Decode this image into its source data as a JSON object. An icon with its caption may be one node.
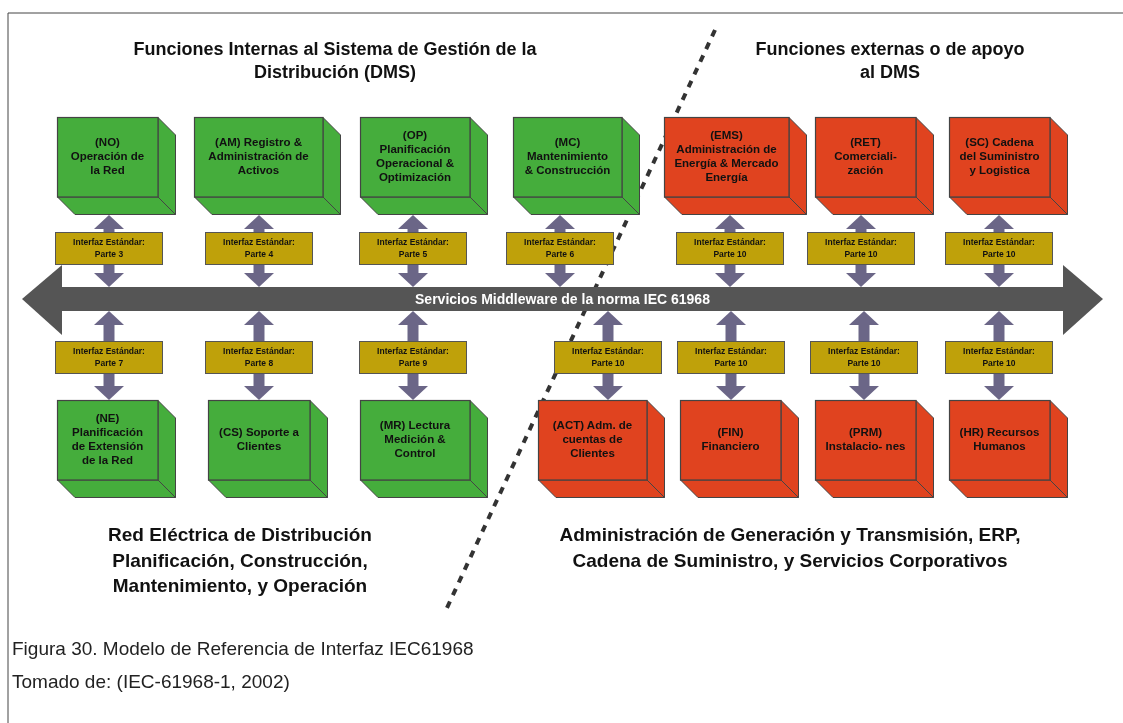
{
  "diagram": {
    "caption": "Figura 30. Modelo de Referencia de Interfaz IEC61968",
    "nodes": [
      {
        "text": [
          "(NO) Operación de la Red"
        ]
      },
      {
        "text": [
          "(AM) Registro & Administración de Activos"
        ]
      },
      {
        "text": [
          "(OP) Planificación Operacional & Optimización"
        ]
      },
      {
        "text": [
          "(MC) Mantenimiento & Construcción"
        ]
      },
      {
        "text": [
          "(EMS) Administración de Energía & Mercado Energía"
        ]
      },
      {
        "text": [
          "(RET) Comerciali- zación"
        ]
      },
      {
        "text": [
          "(SC) Cadena del Suministro y Logistica"
        ]
      },
      {
        "text": [
          "Interfaz Estándar: Parte 3"
        ]
      },
      {
        "text": [
          "Interfaz Estándar: Parte 4"
        ]
      },
      {
        "text": [
          "Interfaz Estándar: Parte 5"
        ]
      },
      {
        "text": [
          "Interfaz Estándar: Parte 6"
        ]
      },
      {
        "text": [
          "Interfaz Estándar: Parte 10"
        ]
      },
      {
        "text": [
          "Interfaz Estándar: Parte 10"
        ]
      },
      {
        "text": [
          "Interfaz Estándar: Parte 10"
        ]
      },
      {
        "text": [
          "Servicios Middleware de la norma IEC 61968"
        ]
      },
      {
        "text": [
          "Interfaz Estándar: Parte 7"
        ]
      },
      {
        "text": [
          "Interfaz Estándar: Parte 8"
        ]
      },
      {
        "text": [
          "Interfaz Estándar: Parte 9"
        ]
      },
      {
        "text": [
          "Interfaz Estándar: Parte 10"
        ]
      },
      {
        "text": [
          "Interfaz Estándar: Parte 10"
        ]
      },
      {
        "text": [
          "Interfaz Estándar: Parte 10"
        ]
      },
      {
        "text": [
          "Interfaz Estándar: Parte 10"
        ]
      },
      {
        "text": [
          "(NE) Planificación de Extensión de la Red"
        ]
      },
      {
        "text": [
          "(CS) Soporte a Clientes"
        ]
      },
      {
        "text": [
          "(MR) Lectura Medición & Control"
        ]
      },
      {
        "text": [
          "(ACT) Adm. de cuentas de Clientes"
        ]
      },
      {
        "text": [
          "(FIN) Financiero"
        ]
      },
      {
        "text": [
          "(PRM) Instalacio- nes"
        ]
      },
      {
        "text": [
          "(HR) Recursos Humanos"
        ]
      }
    ],
    "edges": [
      {
        "from": 7,
        "to": 0,
        "arrow": "to"
      },
      {
        "from": 7,
        "to": 14,
        "arrow": "to"
      },
      {
        "from": 8,
        "to": 1,
        "arrow": "to"
      },
      {
        "from": 8,
        "to": 14,
        "arrow": "to"
      },
      {
        "from": 9,
        "to": 2,
        "arrow": "to"
      },
      {
        "from": 9,
        "to": 14,
        "arrow": "to"
      },
      {
        "from": 10,
        "to": 3,
        "arrow": "to"
      },
      {
        "from": 10,
        "to": 14,
        "arrow": "to"
      },
      {
        "from": 11,
        "to": 4,
        "arrow": "to"
      },
      {
        "from": 11,
        "to": 14,
        "arrow": "to"
      },
      {
        "from": 12,
        "to": 5,
        "arrow": "to"
      },
      {
        "from": 12,
        "to": 14,
        "arrow": "to"
      },
      {
        "from": 13,
        "to": 6,
        "arrow": "to"
      },
      {
        "from": 13,
        "to": 14,
        "arrow": "to"
      },
      {
        "from": 15,
        "to": 14,
        "arrow": "to"
      },
      {
        "from": 15,
        "to": 22,
        "arrow": "to"
      },
      {
        "from": 16,
        "to": 14,
        "arrow": "to"
      },
      {
        "from": 16,
        "to": 23,
        "arrow": "to"
      },
      {
        "from": 17,
        "to": 14,
        "arrow": "to"
      },
      {
        "from": 17,
        "to": 24,
        "arrow": "to"
      },
      {
        "from": 18,
        "to": 14,
        "arrow": "to"
      },
      {
        "from": 18,
        "to": 25,
        "arrow": "to"
      },
      {
        "from": 19,
        "to": 14,
        "arrow": "to"
      },
      {
        "from": 19,
        "to": 26,
        "arrow": "to"
      },
      {
        "from": 20,
        "to": 14,
        "arrow": "to"
      },
      {
        "from": 20,
        "to": 27,
        "arrow": "to"
      },
      {
        "from": 21,
        "to": 14,
        "arrow": "to"
      },
      {
        "from": 21,
        "to": 28,
        "arrow": "to"
      }
    ],
    "labels": [
      "Funciones Internas al Sistema de Gestión de la Distribución (DMS)",
      "Funciones externas o de apoyo al DMS",
      "Red Eléctrica de Distribución Planificación, Construcción, Mantenimiento, y Operación",
      "Administración de Generación y Transmisión, ERP, Cadena de Suministro, y Servicios Corporativos",
      "Tomado de: (IEC-61968-1, 2002)"
    ]
  }
}
